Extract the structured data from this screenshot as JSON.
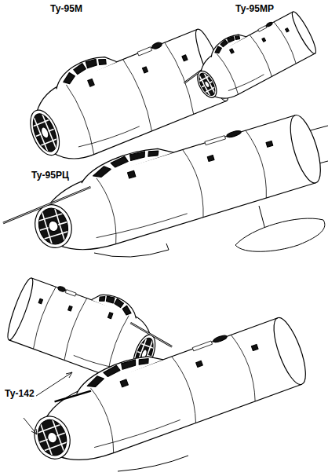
{
  "diagram": {
    "labels": [
      "Ту-95М",
      "Ту-95МР",
      "Ту-95РЦ",
      "Ту-142"
    ]
  }
}
